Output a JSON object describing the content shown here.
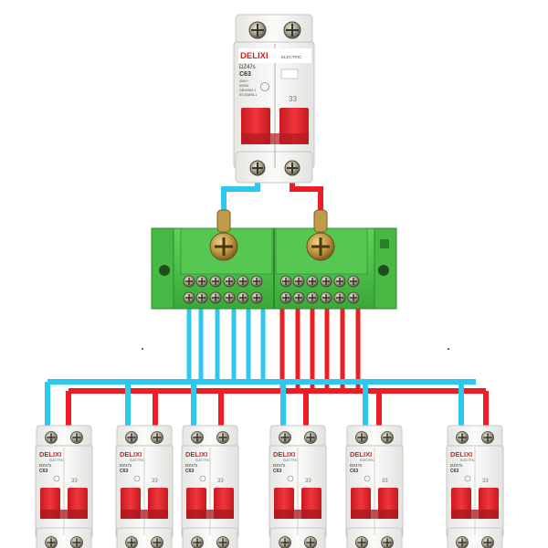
{
  "colors": {
    "live": "#ee1c25",
    "neutral": "#2ec8ee",
    "breaker_body": "#f7f7f5",
    "breaker_red": "#e8252e",
    "terminal_block": "#4fc44a",
    "brand": "#d9231d"
  },
  "main_breaker": {
    "brand": "DELIXI",
    "brand_sub": "ELECTRIC",
    "model": "DZ47s",
    "rating": "C63",
    "spec_lines": [
      "400V~",
      "6000A",
      "GB10963.1",
      "IEC60898-1"
    ],
    "count_mark": "33"
  },
  "branch_breaker": {
    "brand": "DELIXI",
    "brand_sub": "ELECTRIC",
    "model": "DZ47s",
    "rating": "C63",
    "count_mark": "33"
  },
  "distribution_block": {
    "icon": "busbar-terminal-block",
    "positions_per_bar": 12
  }
}
